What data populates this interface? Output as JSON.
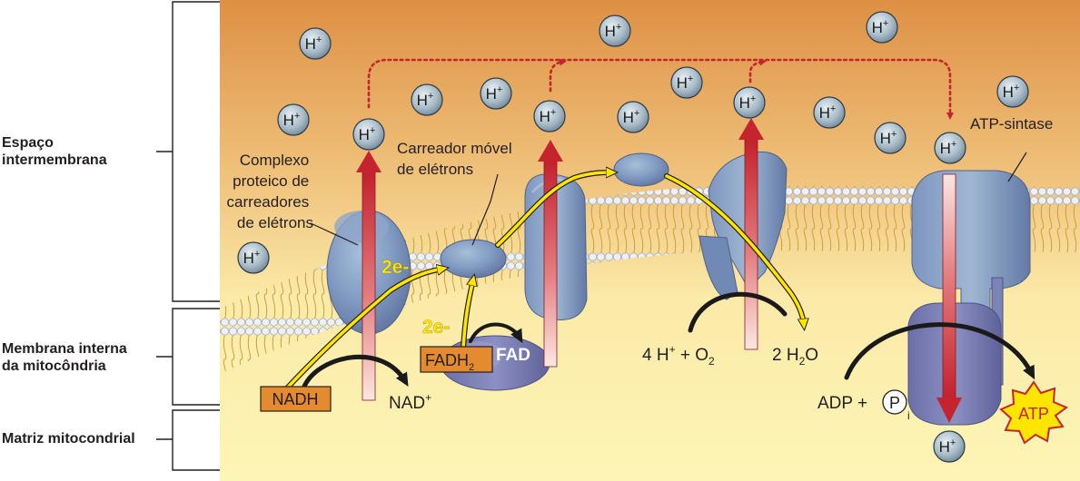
{
  "regions": {
    "intermembrane": [
      "Espaço",
      "intermembrana"
    ],
    "inner_membrane": [
      "Membrana interna",
      "da mitocôndria"
    ],
    "matrix": "Matriz mitocondrial"
  },
  "labels": {
    "complex": [
      "Complexo",
      "proteico de",
      "carreadores",
      "de elétrons"
    ],
    "mobile_carrier": [
      "Carreador móvel",
      "de elétrons"
    ],
    "atp_synthase": "ATP-sintase",
    "nadh": "NADH",
    "nad_plus": "NAD",
    "nad_sup": "+",
    "fadh2": "FADH",
    "fadh2_sub": "2",
    "fad": "FAD",
    "two_e": "2e-",
    "reaction_left": "4 H",
    "reaction_sup": "+",
    "reaction_mid": " + O",
    "reaction_sub": "2",
    "water_pre": "2 H",
    "water_sub": "2",
    "water_post": "O",
    "adp": "ADP +",
    "pi": "P",
    "pi_sub": "i",
    "atp": "ATP",
    "proton": "H",
    "proton_sup": "+"
  },
  "colors": {
    "top_bg": "#e59b48",
    "bottom_bg": "#fdf5b6",
    "protein": "#7189b5",
    "electron_path": "#ffe600",
    "proton_arrow": "#c5232d",
    "box": "#e58b2f",
    "atp_star": "#ffe600"
  }
}
